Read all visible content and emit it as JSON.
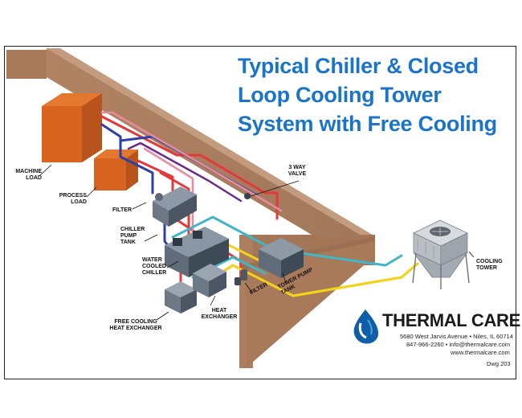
{
  "title": {
    "line1": "Typical Chiller & Closed",
    "line2": "Loop Cooling Tower",
    "line3": "System with Free Cooling"
  },
  "labels": {
    "machine_load": [
      "MACHINE",
      "LOAD"
    ],
    "process_load": [
      "PROCESS",
      "LOAD"
    ],
    "filter_left": "FILTER",
    "chiller_pump_tank": [
      "CHILLER",
      "PUMP",
      "TANK"
    ],
    "water_cooled_chiller": [
      "WATER",
      "COOLED",
      "CHILLER"
    ],
    "free_cooling_hx": [
      "FREE COOLING",
      "HEAT EXCHANGER"
    ],
    "heat_exchanger": [
      "HEAT",
      "EXCHANGER"
    ],
    "filter_right": "FILTER",
    "tower_pump_tank": [
      "TOWER PUMP",
      "TANK"
    ],
    "three_way_valve": [
      "3 WAY",
      "VALVE"
    ],
    "cooling_tower": [
      "COOLING",
      "TOWER"
    ]
  },
  "brand": {
    "name": "THERMAL CARE",
    "address": "5680 West Jarvis Avenue • Niles, IL 60714",
    "contact": "847-966-2260 • info@thermalcare.com",
    "website": "www.thermalcare.com",
    "drawing": "Dwg 203"
  },
  "colors": {
    "title": "#1a74c9",
    "wall": "#a87a5a",
    "load": "#d8641f",
    "pipe_red": "#e23a3a",
    "pipe_blue": "#2d3fa8",
    "pipe_yellow": "#f2d21b",
    "pipe_cyan": "#3fb7c8",
    "pipe_pink": "#e88aa0",
    "pipe_purple": "#6a2a8a"
  },
  "icons": {
    "logo": "thermal-care-drop-icon"
  }
}
